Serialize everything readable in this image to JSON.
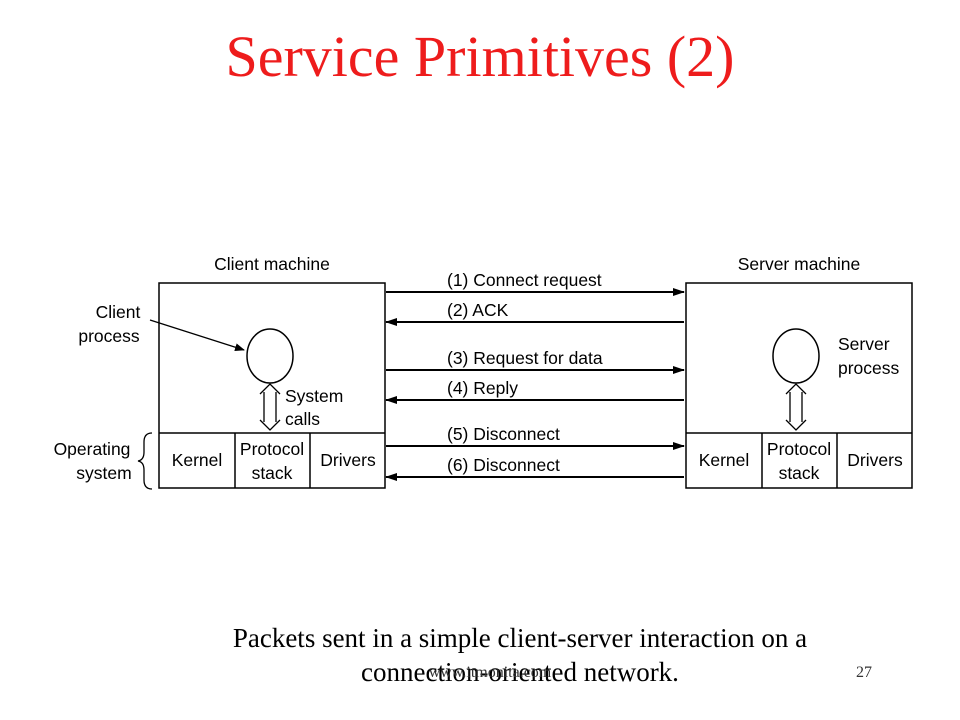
{
  "slide": {
    "title": "Service Primitives (2)",
    "caption_line1": "Packets sent in a simple client-server interaction on a",
    "caption_line2": "connection-oriented network.",
    "footer_url": "www.itmonita.com",
    "page_number": "27"
  },
  "diagram": {
    "client": {
      "heading": "Client machine",
      "process_label_line1": "Client",
      "process_label_line2": "process",
      "syscalls_line1": "System",
      "syscalls_line2": "calls",
      "os_label_line1": "Operating",
      "os_label_line2": "system",
      "kernel": "Kernel",
      "protocol_line1": "Protocol",
      "protocol_line2": "stack",
      "drivers": "Drivers"
    },
    "server": {
      "heading": "Server machine",
      "process_label_line1": "Server",
      "process_label_line2": "process",
      "kernel": "Kernel",
      "protocol_line1": "Protocol",
      "protocol_line2": "stack",
      "drivers": "Drivers"
    },
    "packets": [
      {
        "label": "(1) Connect request",
        "direction": "to-server"
      },
      {
        "label": "(2) ACK",
        "direction": "to-client"
      },
      {
        "label": "(3) Request for data",
        "direction": "to-server"
      },
      {
        "label": "(4) Reply",
        "direction": "to-client"
      },
      {
        "label": "(5) Disconnect",
        "direction": "to-server"
      },
      {
        "label": "(6) Disconnect",
        "direction": "to-client"
      }
    ]
  }
}
